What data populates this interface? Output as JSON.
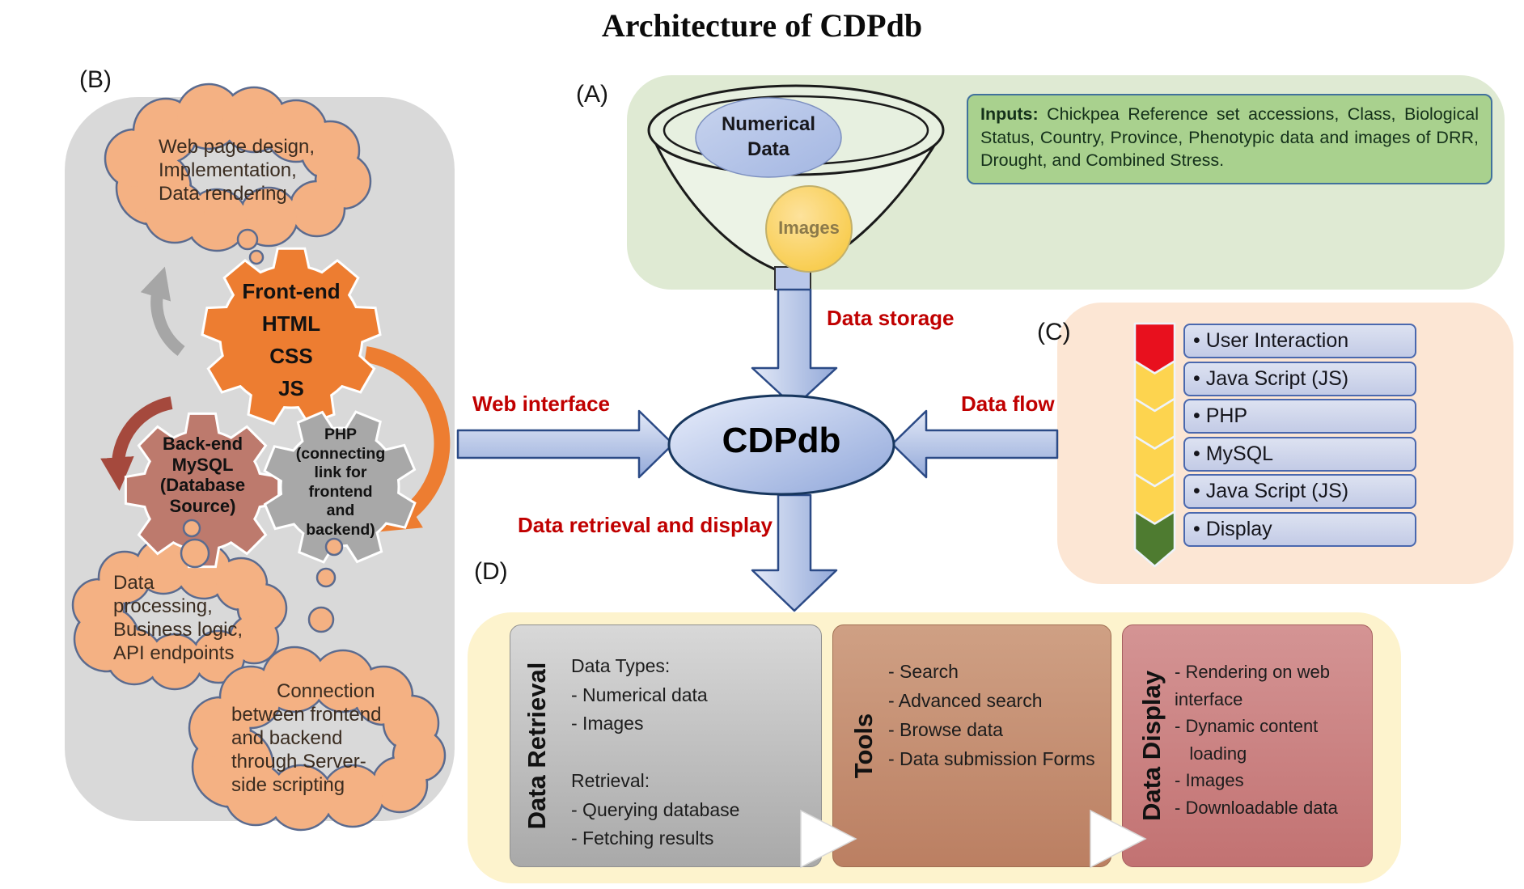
{
  "title": "Architecture of CDPdb",
  "colors": {
    "red_label": "#c00000",
    "panel_a": "#dfead3",
    "panel_b": "#d9d9d9",
    "panel_c": "#fce6d4",
    "panel_d": "#fdf3cd",
    "cloud": "#f4b183",
    "gear_frontend": "#ed7d31",
    "gear_backend": "#bd7a6d",
    "gear_php": "#a8a8a8",
    "chevron_red": "#e8101e",
    "chevron_yellow": "#fdd44f",
    "chevron_green": "#4e7b30"
  },
  "section_a": {
    "label": "(A)",
    "funnel": {
      "numerical": "Numerical\nData",
      "images": "Images"
    },
    "inputs_label": "Inputs:",
    "inputs_text": " Chickpea Reference set accessions, Class, Biological Status, Country, Province, Phenotypic data and images of DRR, Drought, and Combined Stress."
  },
  "section_b": {
    "label": "(B)",
    "cloud_top": "Web page design,\nImplementation,\nData rendering",
    "gear_frontend": "Front-end\nHTML\nCSS\nJS",
    "gear_backend": "Back-end\nMySQL\n(Database\nSource)",
    "gear_php": "PHP\n(connecting\nlink for\nfrontend\nand\nbackend)",
    "cloud_left": "Data\nprocessing,\nBusiness logic,\nAPI endpoints",
    "cloud_bottom": "Connection\nbetween frontend\nand backend\nthrough Server-\nside scripting"
  },
  "center": {
    "db_name": "CDPdb",
    "label_storage": "Data storage",
    "label_web": "Web interface",
    "label_flow": "Data flow",
    "label_retrieval": "Data retrieval and display"
  },
  "section_c": {
    "label": "(C)",
    "steps": [
      "• User Interaction",
      "• Java Script (JS)",
      "• PHP",
      "• MySQL",
      "• Java Script (JS)",
      "• Display"
    ]
  },
  "section_d": {
    "label": "(D)",
    "boxes": [
      {
        "title": "Data Retrieval",
        "body": "Data Types:\n- Numerical data\n- Images\n\nRetrieval:\n- Querying database\n- Fetching results"
      },
      {
        "title": "Tools",
        "body": "- Search\n- Advanced search\n- Browse data\n- Data submission Forms"
      },
      {
        "title": "Data Display",
        "body": "- Rendering on web\ninterface\n- Dynamic content\n   loading\n- Images\n- Downloadable data"
      }
    ]
  }
}
